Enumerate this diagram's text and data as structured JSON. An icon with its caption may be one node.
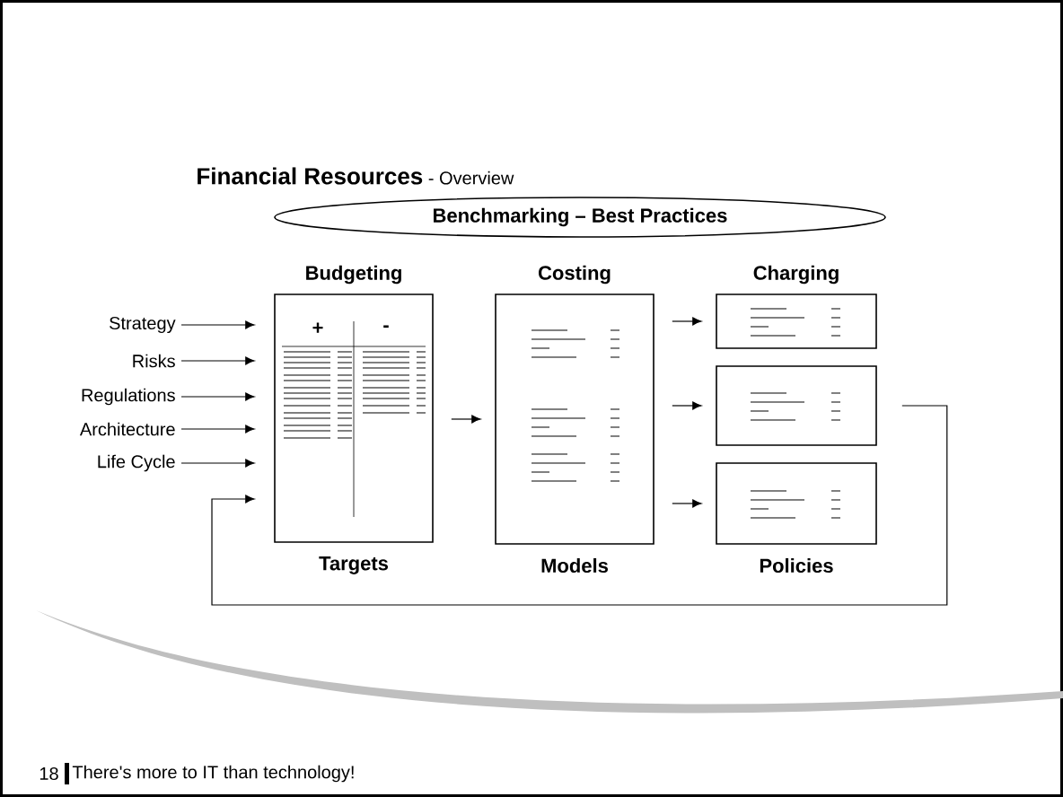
{
  "diagram": {
    "title": "**Financial Resources** - Overview",
    "nodes": [
      {
        "text": [
          "Benchmarking – Best Practices"
        ]
      },
      {
        "text": [
          "Budgeting",
          "+",
          "-",
          "Targets"
        ]
      },
      {
        "text": [
          "Costing",
          "Models"
        ]
      },
      {
        "text": [
          "Charging"
        ]
      },
      {
        "text": [],
        "shape": "box"
      },
      {
        "text": [
          "Policies"
        ]
      },
      {
        "text": [
          "Strategy"
        ]
      },
      {
        "text": [
          "Risks"
        ]
      },
      {
        "text": [
          "Regulations"
        ]
      },
      {
        "text": [
          "Architecture"
        ]
      },
      {
        "text": [
          "Life Cycle"
        ]
      }
    ],
    "edges": [
      {
        "from": 6,
        "to": 1,
        "arrow": "to"
      },
      {
        "from": 7,
        "to": 1,
        "arrow": "to"
      },
      {
        "from": 8,
        "to": 1,
        "arrow": "to"
      },
      {
        "from": 9,
        "to": 1,
        "arrow": "to"
      },
      {
        "from": 10,
        "to": 1,
        "arrow": "to"
      },
      {
        "from": 1,
        "to": 2,
        "arrow": "to"
      },
      {
        "from": 2,
        "to": 3,
        "arrow": "to"
      },
      {
        "from": 2,
        "to": 4,
        "arrow": "to"
      },
      {
        "from": 2,
        "to": 5,
        "arrow": "to"
      },
      {
        "from": 4,
        "to": 1,
        "arrow": "to"
      }
    ],
    "labels": [
      "18",
      "There's more to IT than technology!"
    ]
  }
}
